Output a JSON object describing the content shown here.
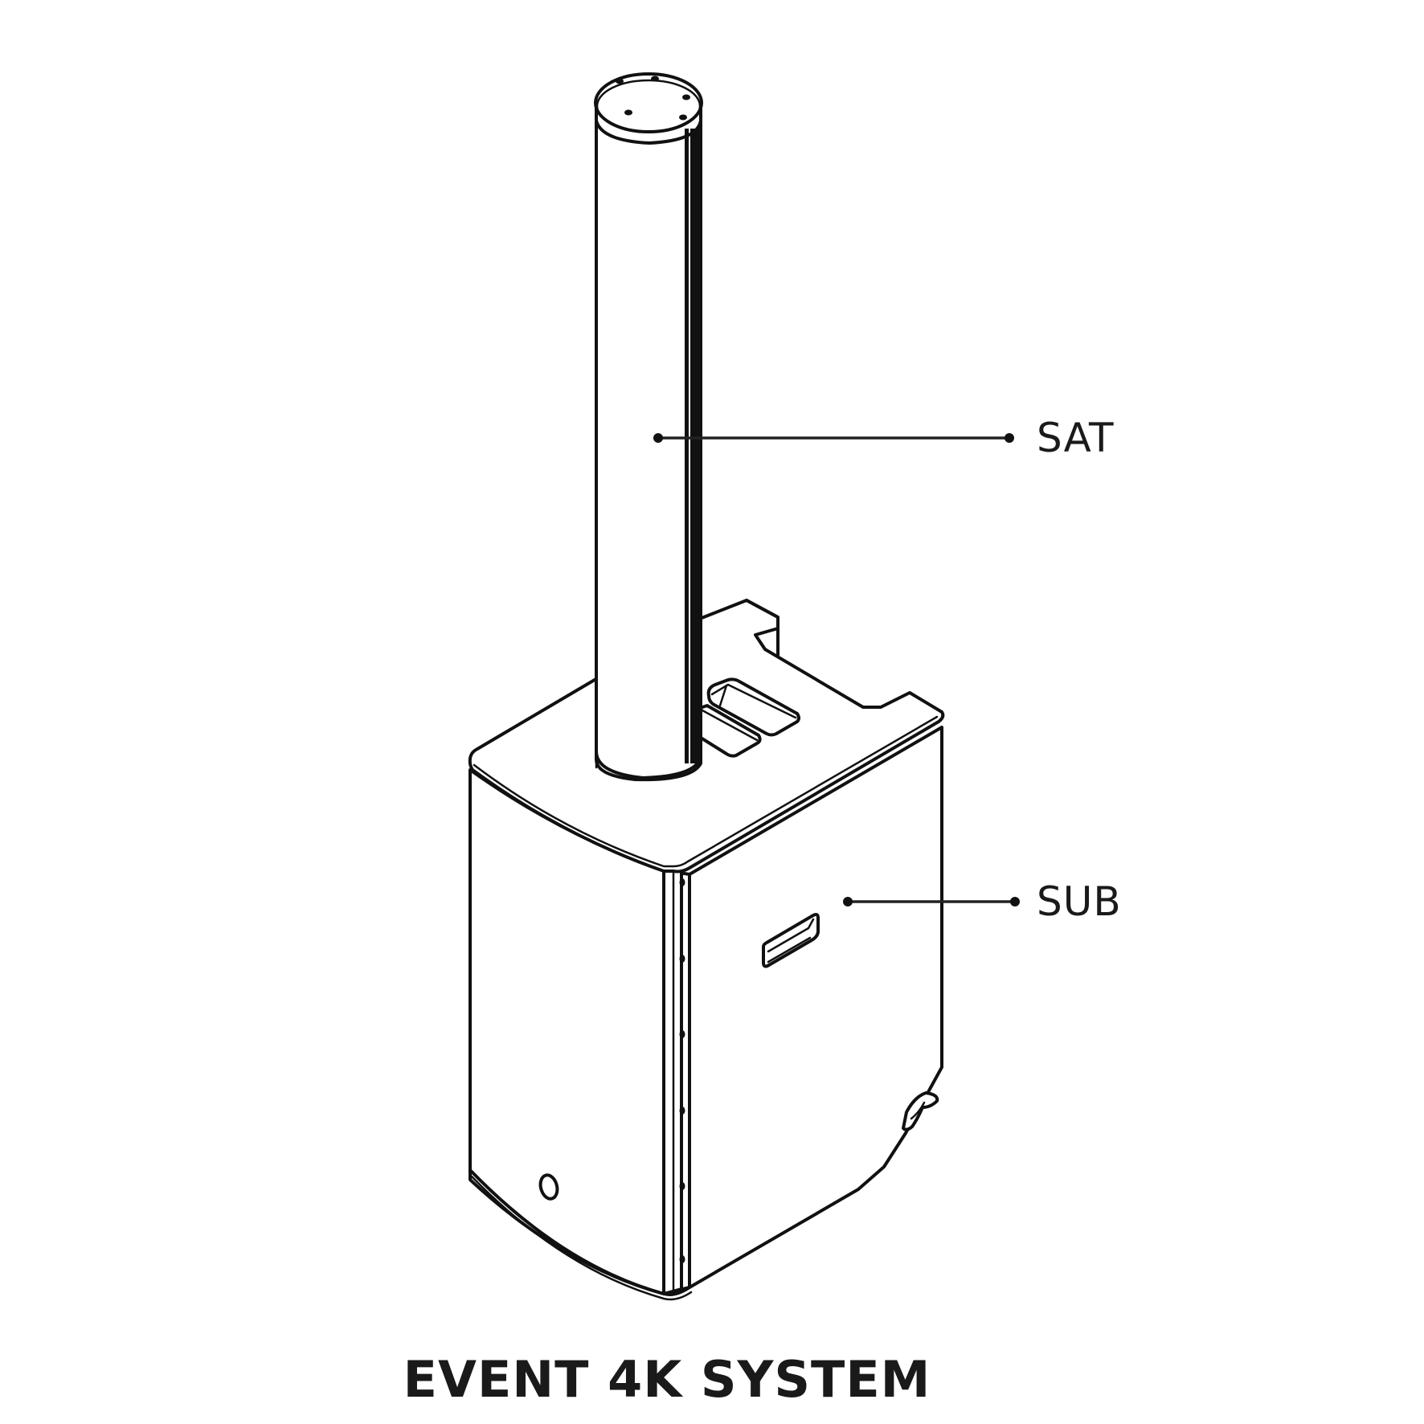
{
  "diagram": {
    "type": "product line drawing",
    "subject": "column PA speaker system",
    "components": [
      {
        "id": "sat",
        "label": "SAT",
        "description": "satellite column speaker"
      },
      {
        "id": "sub",
        "label": "SUB",
        "description": "subwoofer enclosure"
      }
    ]
  },
  "callouts": {
    "sat": {
      "label": "SAT"
    },
    "sub": {
      "label": "SUB"
    }
  },
  "caption": {
    "title": "EVENT 4K SYSTEM"
  },
  "colors": {
    "stroke": "#111111",
    "background": "#ffffff",
    "text": "#1a1a1a"
  }
}
